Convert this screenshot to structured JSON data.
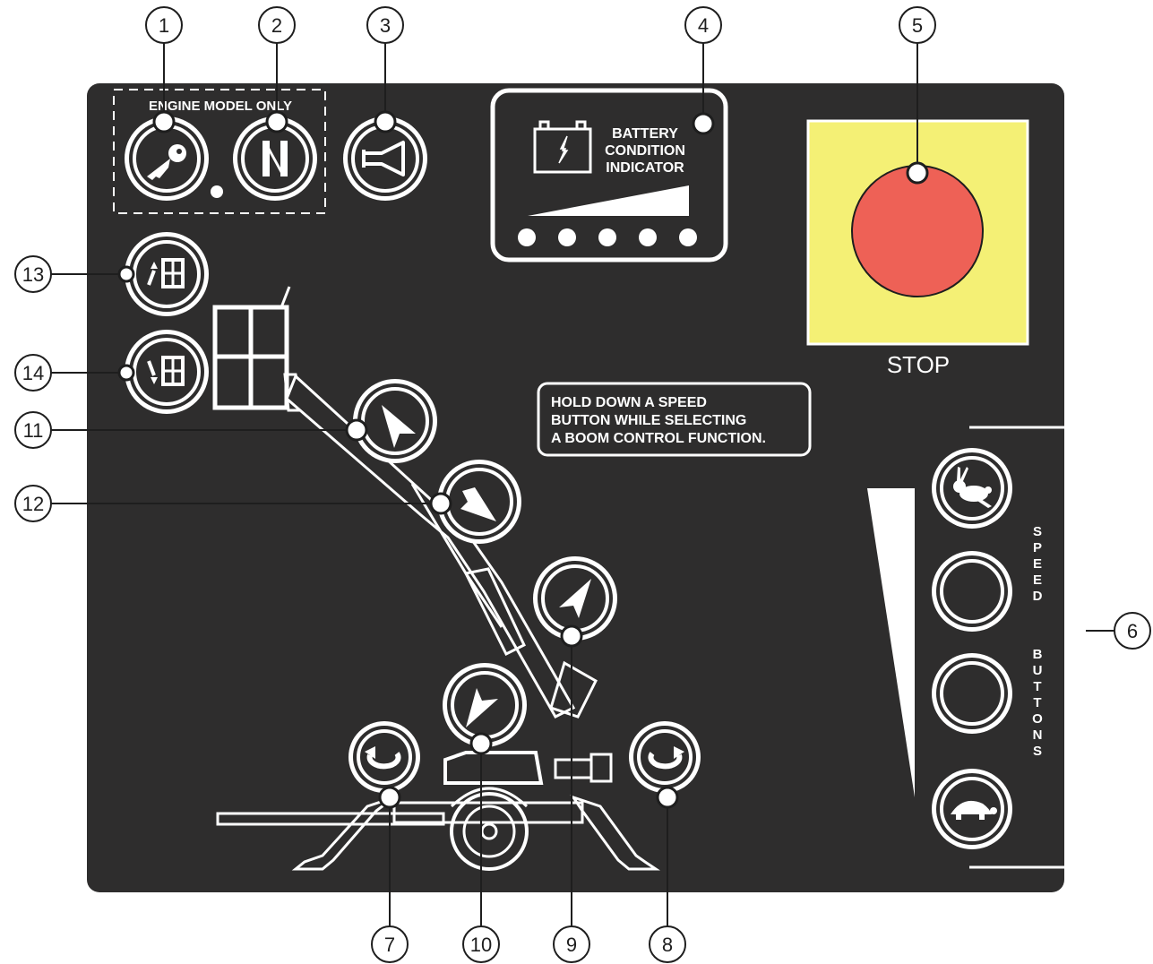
{
  "colors": {
    "panel": "#2e2d2d",
    "white": "#ffffff",
    "stop_background": "#f4f075",
    "stop_button": "#ee6156",
    "ink": "#1e1e1e"
  },
  "labels": {
    "engine_model_only": "ENGINE MODEL ONLY",
    "battery_line1": "BATTERY",
    "battery_line2": "CONDITION",
    "battery_line3": "INDICATOR",
    "stop": "STOP",
    "hold_line1": "HOLD DOWN A SPEED",
    "hold_line2": "BUTTON WHILE SELECTING",
    "hold_line3": "A BOOM CONTROL FUNCTION.",
    "speed": [
      "S",
      "P",
      "E",
      "E",
      "D"
    ],
    "buttons": [
      "B",
      "U",
      "T",
      "T",
      "O",
      "N",
      "S"
    ]
  },
  "callouts": {
    "c1": "1",
    "c2": "2",
    "c3": "3",
    "c4": "4",
    "c5": "5",
    "c6": "6",
    "c7": "7",
    "c8": "8",
    "c9": "9",
    "c10": "10",
    "c11": "11",
    "c12": "12",
    "c13": "13",
    "c14": "14"
  },
  "icons": {
    "key": "key-icon",
    "engine_start": "engine-start-icon",
    "horn": "horn-icon",
    "battery": "battery-icon",
    "rabbit": "rabbit-icon",
    "turtle": "turtle-icon",
    "rotate_left": "rotate-left-icon",
    "rotate_right": "rotate-right-icon",
    "platform_level_up": "platform-level-up-icon",
    "platform_level_down": "platform-level-down-icon",
    "arrow": "arrow-icon"
  },
  "battery_indicator_count": 5
}
